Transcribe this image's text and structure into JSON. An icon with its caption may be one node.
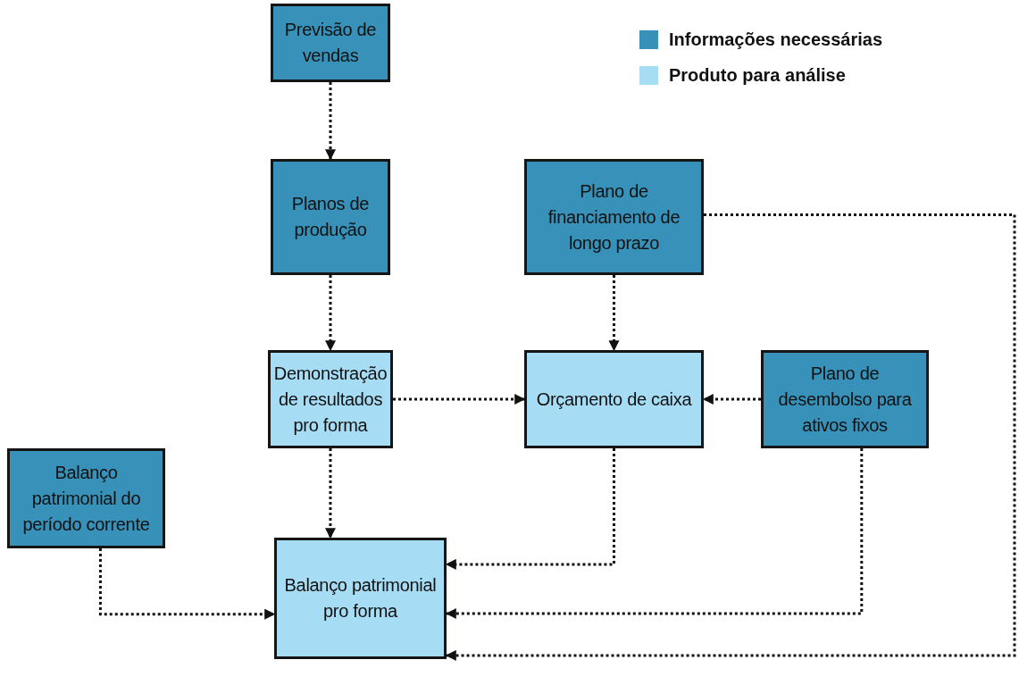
{
  "diagram": {
    "nodes": [
      {
        "text": [
          "Previsão de vendas"
        ]
      },
      {
        "text": [
          "Planos de produção"
        ]
      },
      {
        "text": [
          "Plano de financiamento de longo prazo"
        ]
      },
      {
        "text": [
          "Demonstração de resultados pro forma"
        ]
      },
      {
        "text": [
          "Orçamento de caixa"
        ]
      },
      {
        "text": [
          "Plano de desembolso para ativos fixos"
        ]
      },
      {
        "text": [
          "Balanço patrimonial do período corrente"
        ]
      },
      {
        "text": [
          "Balanço patrimonial pro forma"
        ]
      }
    ],
    "edges": [
      {
        "from": 0,
        "to": 1,
        "arrow": "to"
      },
      {
        "from": 1,
        "to": 3,
        "arrow": "to"
      },
      {
        "from": 2,
        "to": 4,
        "arrow": "to"
      },
      {
        "from": 3,
        "to": 4,
        "arrow": "to"
      },
      {
        "from": 5,
        "to": 4,
        "arrow": "to"
      },
      {
        "from": 3,
        "to": 7,
        "arrow": "to"
      },
      {
        "from": 4,
        "to": 7,
        "arrow": "to"
      },
      {
        "from": 5,
        "to": 7,
        "arrow": "to"
      },
      {
        "from": 2,
        "to": 7,
        "arrow": "to"
      },
      {
        "from": 6,
        "to": 7,
        "arrow": "to"
      }
    ],
    "legend": [
      {
        "text": "Informações necessárias",
        "color": "#3791b8"
      },
      {
        "text": "Produto para análise",
        "color": "#a6dcf4"
      }
    ]
  }
}
